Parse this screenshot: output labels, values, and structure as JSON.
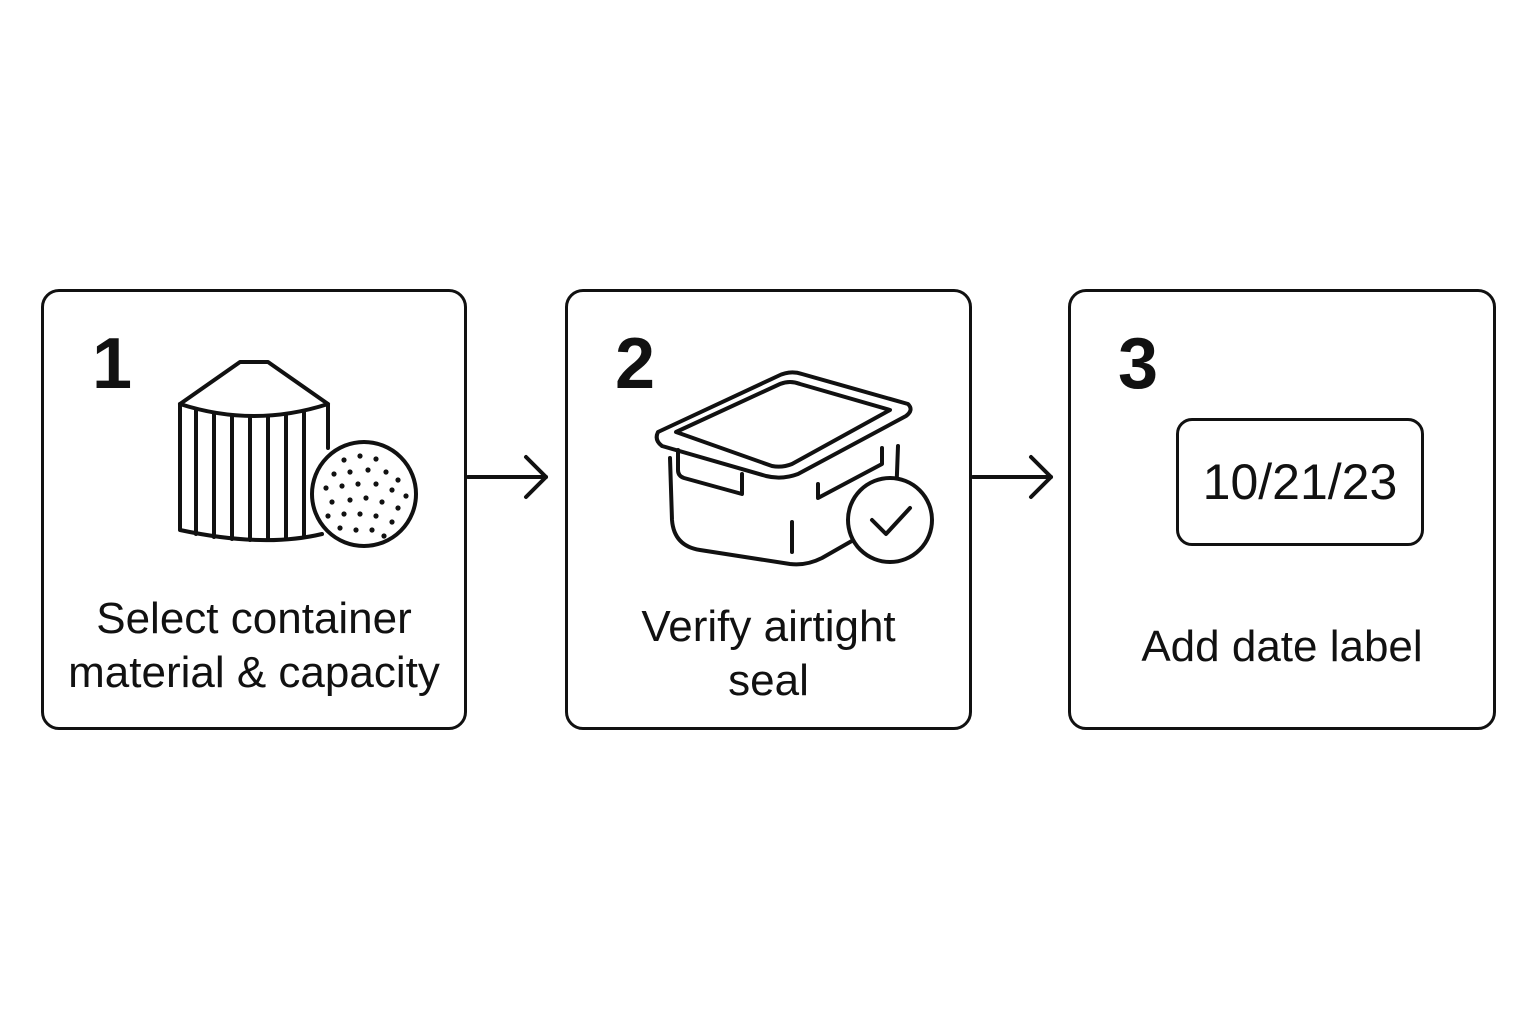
{
  "steps": [
    {
      "number": "1",
      "caption_line1": "Select container",
      "caption_line2": "material & capacity",
      "icon": "grain-silo-icon"
    },
    {
      "number": "2",
      "caption_line1": "Verify airtight",
      "caption_line2": "seal",
      "icon": "sealed-container-check-icon"
    },
    {
      "number": "3",
      "caption_line1": "Add date label",
      "date_label": "10/21/23",
      "icon": "date-label-icon"
    }
  ],
  "connectors": [
    "arrow-right-icon",
    "arrow-right-icon"
  ],
  "colors": {
    "stroke": "#111111",
    "background": "#ffffff"
  }
}
